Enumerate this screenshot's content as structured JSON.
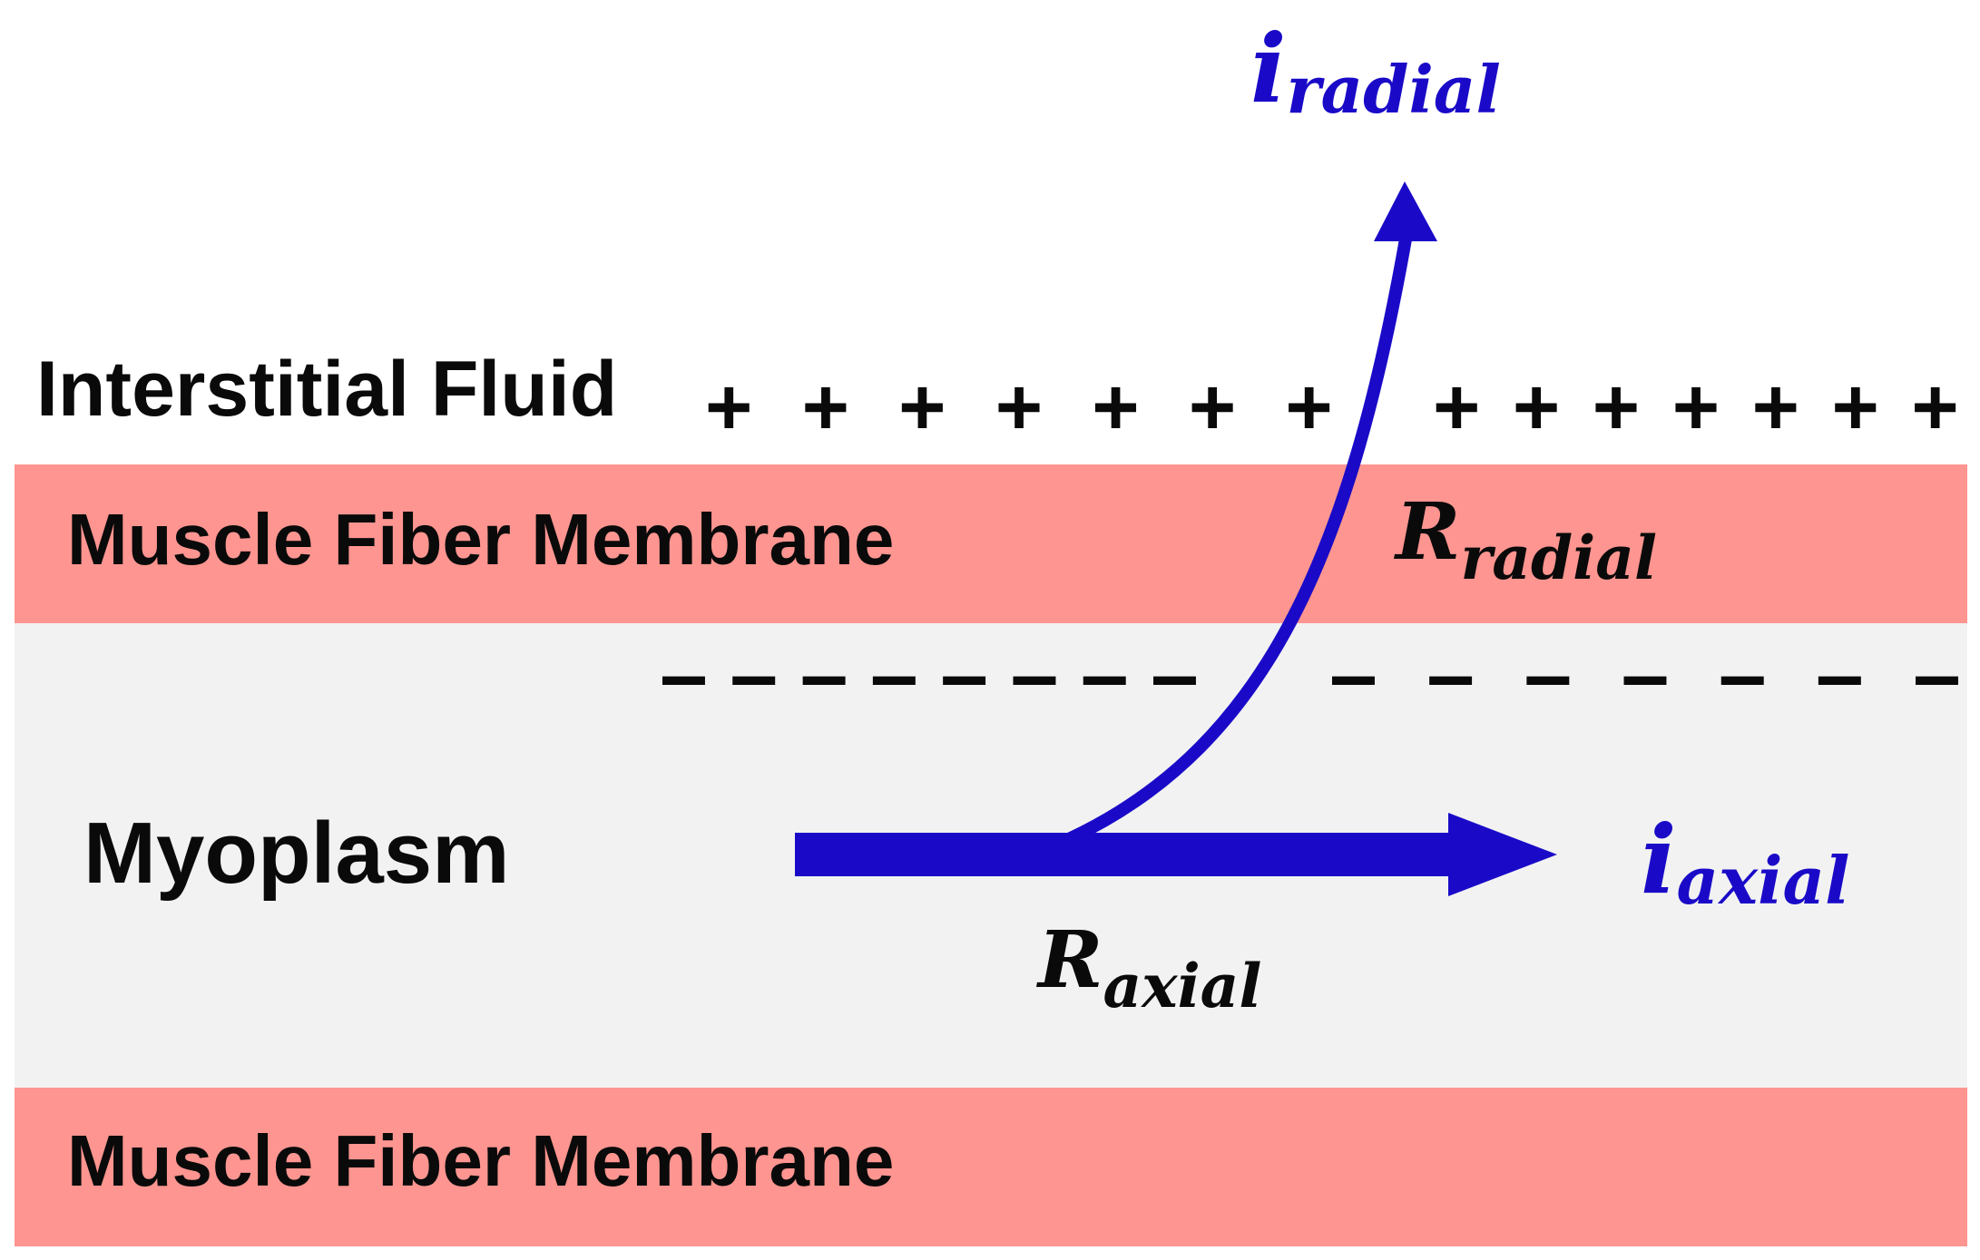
{
  "regions": {
    "interstitial_label": "Interstitial Fluid",
    "membrane_top_label": "Muscle Fiber Membrane",
    "myoplasm_label": "Myoplasm",
    "membrane_bottom_label": "Muscle Fiber Membrane"
  },
  "charges": {
    "positive_left": "+ + + + + + +",
    "positive_right": "+ + + + + + +",
    "negative_left": "– – – – – – – –",
    "negative_right": "– – – – – – –"
  },
  "currents": {
    "radial_symbol": "i",
    "radial_subscript": "radial",
    "axial_symbol": "i",
    "axial_subscript": "axial"
  },
  "resistances": {
    "radial_symbol": "R",
    "radial_subscript": "radial",
    "axial_symbol": "R",
    "axial_subscript": "axial"
  },
  "colors": {
    "membrane": "#ff9590",
    "myoplasm": "#f2f2f2",
    "current_arrow": "#1a0ac8",
    "current_label": "#1a0ac8",
    "text": "#0a0a0a"
  }
}
